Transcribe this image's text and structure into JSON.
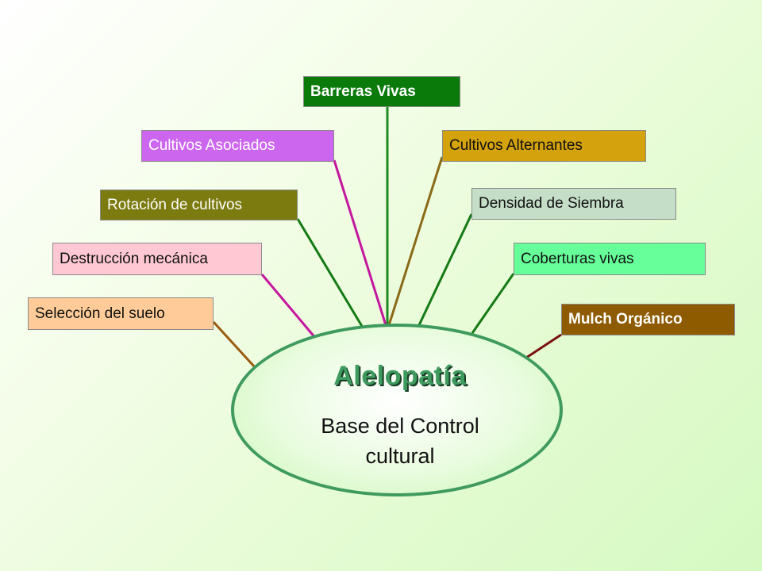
{
  "center": {
    "title": "Alelopatía",
    "subtitle_line1": "Base del Control",
    "subtitle_line2": "cultural"
  },
  "nodes": [
    {
      "key": "barreras",
      "label": "Barreras Vivas",
      "bg": "#0a7a0a",
      "fg": "#ffffff",
      "line": "#1f8a1f",
      "bold": true
    },
    {
      "key": "cult_asoc",
      "label": "Cultivos Asociados",
      "bg": "#cc66ee",
      "fg": "#ffffff",
      "line": "#c4169e",
      "bold": false
    },
    {
      "key": "cult_alt",
      "label": "Cultivos Alternantes",
      "bg": "#d4a20c",
      "fg": "#111111",
      "line": "#8a6a16",
      "bold": false
    },
    {
      "key": "rotacion",
      "label": "Rotación de cultivos",
      "bg": "#7b7b10",
      "fg": "#ffffff",
      "line": "#157a15",
      "bold": false
    },
    {
      "key": "densidad",
      "label": "Densidad de Siembra",
      "bg": "#c4dec8",
      "fg": "#111111",
      "line": "#157a15",
      "bold": false
    },
    {
      "key": "destruccion",
      "label": "Destrucción mecánica",
      "bg": "#ffc8d2",
      "fg": "#111111",
      "line": "#c4169e",
      "bold": false
    },
    {
      "key": "coberturas",
      "label": "Coberturas vivas",
      "bg": "#66ff99",
      "fg": "#111111",
      "line": "#157a15",
      "bold": false
    },
    {
      "key": "seleccion",
      "label": "Selección del suelo",
      "bg": "#ffcc99",
      "fg": "#111111",
      "line": "#9a5a10",
      "bold": false
    },
    {
      "key": "mulch",
      "label": "Mulch Orgánico",
      "bg": "#8f5b00",
      "fg": "#ffffff",
      "line": "#7a1010",
      "bold": true
    }
  ]
}
